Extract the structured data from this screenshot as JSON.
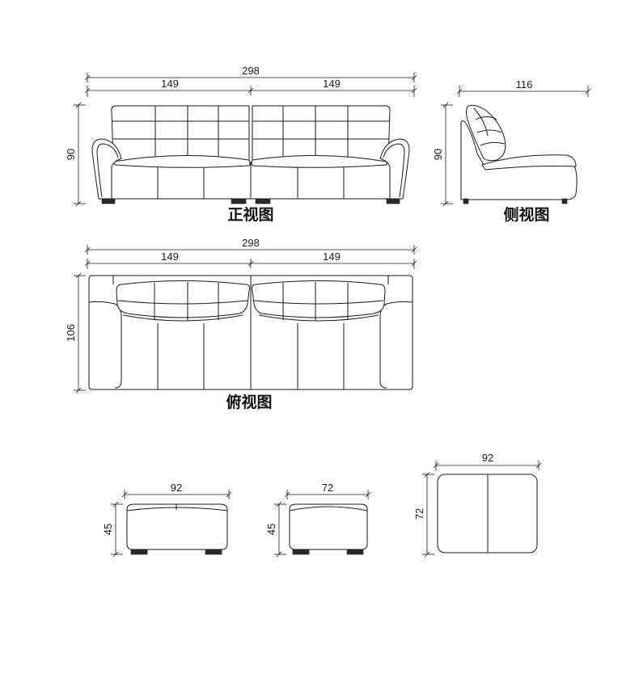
{
  "views": {
    "front": "正视图",
    "side": "侧视图",
    "top": "俯视图"
  },
  "dimensions": {
    "front_total_width": "298",
    "front_left_half": "149",
    "front_right_half": "149",
    "front_height": "90",
    "side_depth": "116",
    "side_height": "90",
    "top_total_width": "298",
    "top_left_half": "149",
    "top_right_half": "149",
    "top_depth": "106",
    "ottoman1_width": "92",
    "ottoman1_height": "45",
    "ottoman2_width": "72",
    "ottoman2_height": "45",
    "ottoman_top_width": "92",
    "ottoman_top_depth": "72"
  },
  "colors": {
    "line": "#1a1a1a",
    "background": "#ffffff"
  }
}
